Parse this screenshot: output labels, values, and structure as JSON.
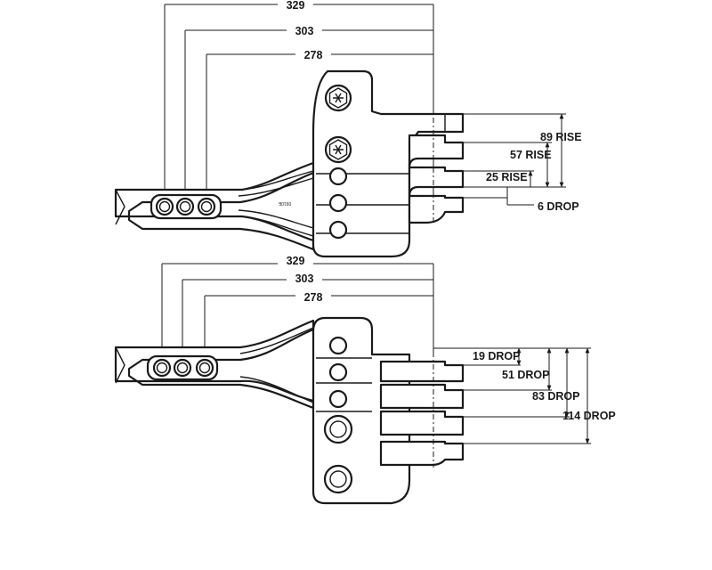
{
  "top_view": {
    "overall_dims": [
      "329",
      "303",
      "278"
    ],
    "positions": [
      "89 RISE",
      "57 RISE",
      "25 RISE",
      "6 DROP"
    ],
    "stamp": "0910E"
  },
  "bottom_view": {
    "overall_dims": [
      "329",
      "303",
      "278"
    ],
    "positions": [
      "19 DROP",
      "51 DROP",
      "83 DROP",
      "114 DROP"
    ]
  }
}
